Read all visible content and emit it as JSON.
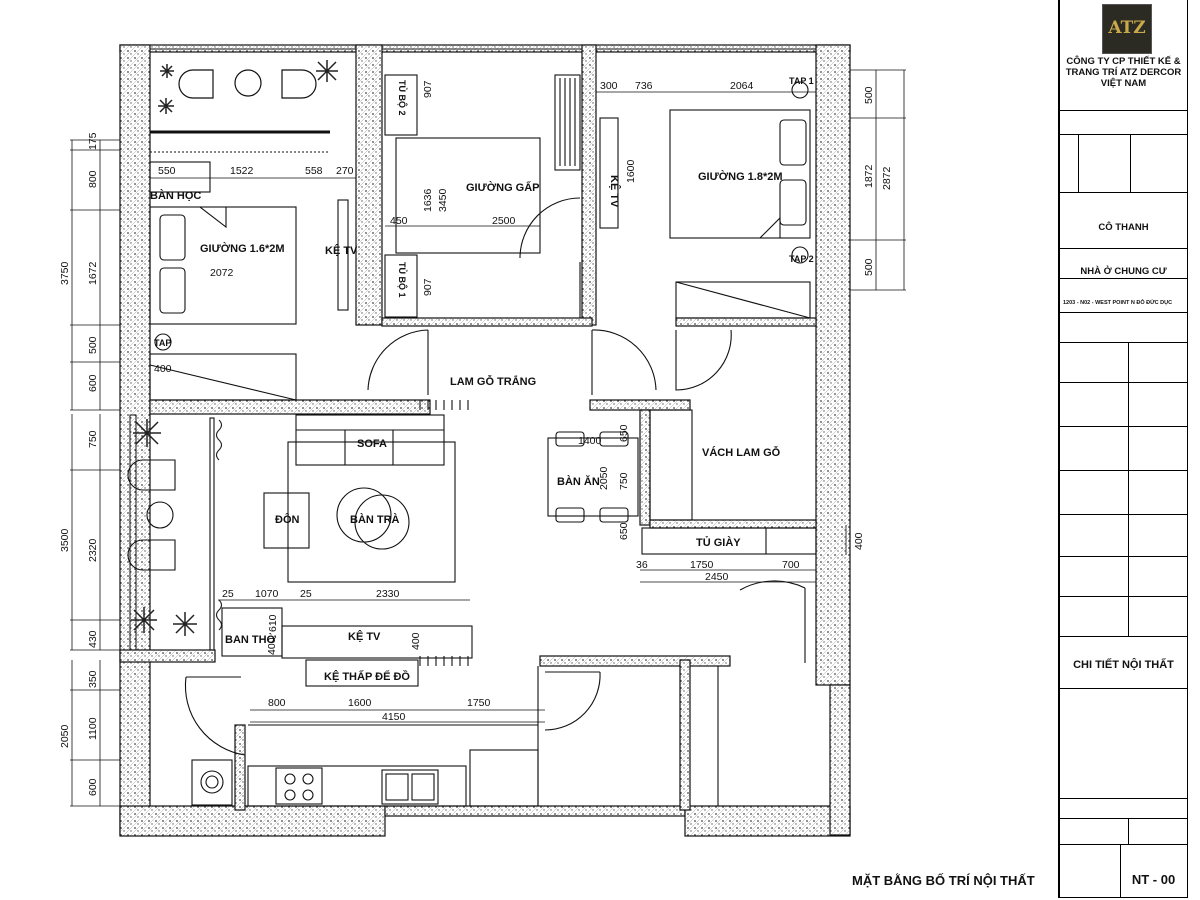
{
  "sheet_title": "MẶT BẰNG BỐ TRÍ NỘI THẤT",
  "rooms": {
    "ban_hoc": "BÀN HỌC",
    "giuong_1": "GIƯỜNG 1.6*2M",
    "giuong_gap": "GIƯỜNG GẤP",
    "giuong_2": "GIƯỜNG 1.8*2M",
    "ke_tv_1": "KỆ TV",
    "ke_tv_2": "KỆ TV",
    "ke_tv_3": "KỆ TV",
    "tu_bo_2": "TỦ BỘ 2",
    "tu_bo_1": "TỦ BỘ 1",
    "tap_1": "TAP",
    "tap_2": "TAP 1",
    "tap_3": "TAP 2",
    "lam_go": "LAM GỖ TRẮNG",
    "sofa": "SOFA",
    "don": "ĐÔN",
    "ban_tra": "BÀN TRÀ",
    "ban_an": "BÀN ĂN",
    "vach_lam_go": "VÁCH LAM GỖ",
    "tu_giay": "TỦ GIÀY",
    "ban_tho": "BAN THỜ",
    "ke_thap": "KỆ THẤP ĐỂ ĐỒ"
  },
  "dims": {
    "d550": "550",
    "d1522": "1522",
    "d558": "558",
    "d270": "270",
    "d2072": "2072",
    "d400a": "400",
    "d907a": "907",
    "d1636": "1636",
    "d3450": "3450",
    "d450": "450",
    "d2500": "2500",
    "d907b": "907",
    "d300": "300",
    "d736": "736",
    "d2064": "2064",
    "d1600a": "1600",
    "d1400": "1400",
    "d650a": "650",
    "d2050": "2050",
    "d750b": "750",
    "d650b": "650",
    "d36": "36",
    "d1750a": "1750",
    "d700": "700",
    "d2450": "2450",
    "d25a": "25",
    "d1070": "1070",
    "d25b": "25",
    "d2330": "2330",
    "d400b": "400",
    "d400c": "400",
    "d610": "610",
    "d800": "800",
    "d1600b": "1600",
    "d1750b": "1750",
    "d4150": "4150",
    "l175": "175",
    "l800": "800",
    "l1672": "1672",
    "l500": "500",
    "l600": "600",
    "l3750": "3750",
    "l750": "750",
    "l2320": "2320",
    "l430": "430",
    "l3500": "3500",
    "l350": "350",
    "l1100": "1100",
    "l600b": "600",
    "l2050": "2050",
    "r500a": "500",
    "r1872": "1872",
    "r2872": "2872",
    "r500b": "500"
  },
  "title_block": {
    "logo": "ATZ",
    "company": "CÔNG TY CP THIẾT KẾ & TRANG TRÍ ATZ DERCOR VIỆT NAM",
    "client": "CÔ THANH",
    "project": "NHÀ Ở CHUNG CƯ",
    "location": "1203 - N02 - WEST POINT N ĐỖ ĐỨC DỤC",
    "drawing_title": "CHI TIẾT NỘI THẤT",
    "sheet_no": "NT - 00"
  },
  "colors": {
    "wall_hatch": "#555555",
    "line": "#111111"
  }
}
